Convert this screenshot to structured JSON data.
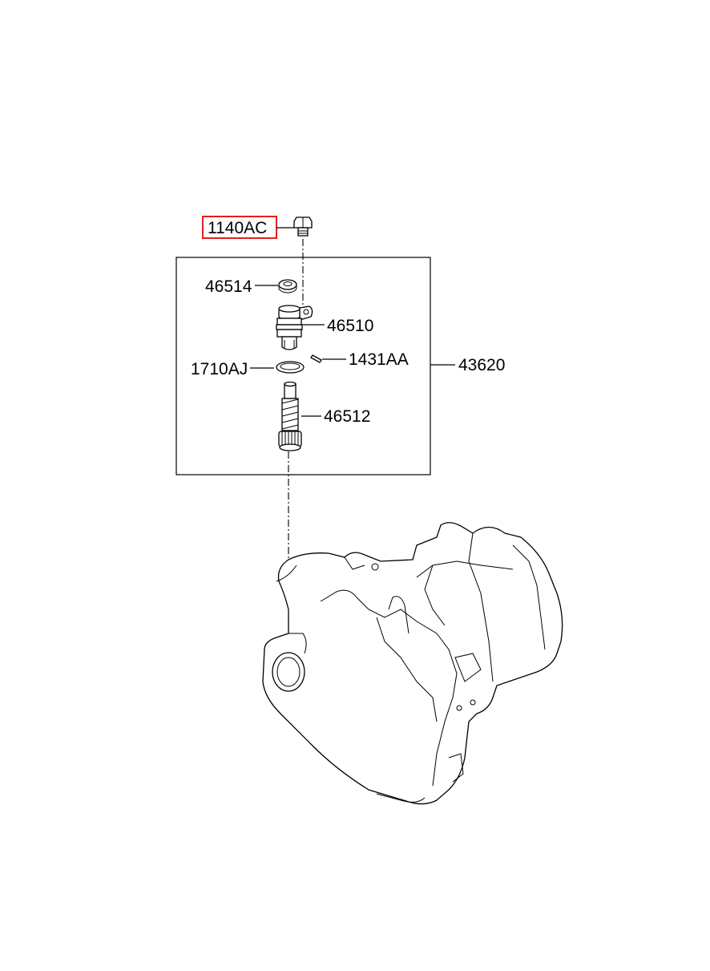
{
  "highlight_color": "#e02020",
  "callouts": {
    "bolt": "1140AC",
    "washer": "46514",
    "sleeve": "46510",
    "o_ring": "1710AJ",
    "pin": "1431AA",
    "assembly": "43620",
    "driven_gear": "46512"
  },
  "highlighted_callout": "1140AC"
}
